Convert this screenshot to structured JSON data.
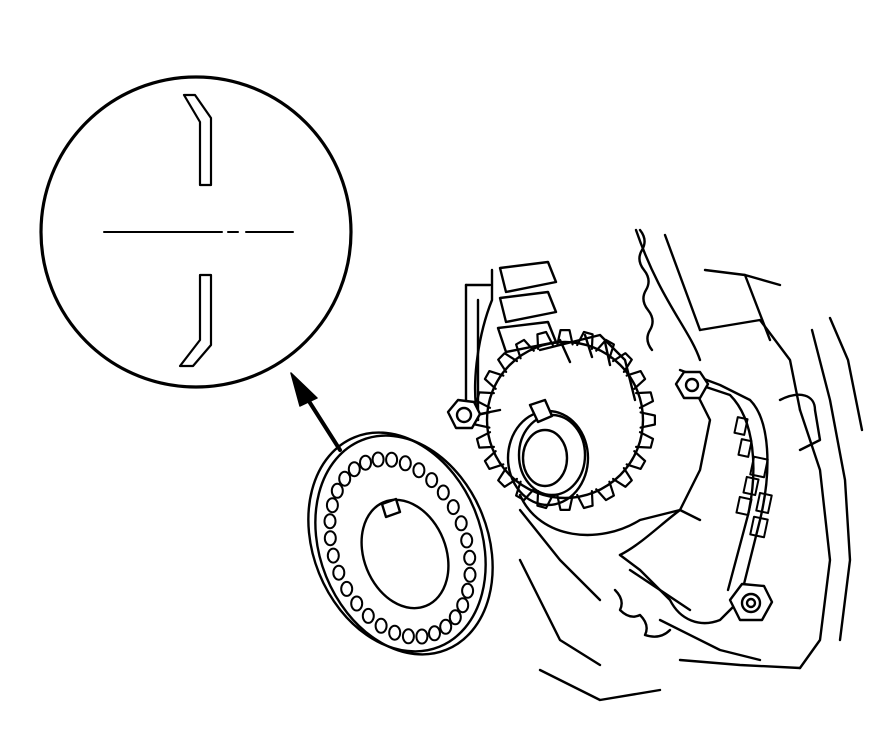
{
  "figure": {
    "kind": "technical line drawing",
    "ink_color": "#000000",
    "paper_color": "#ffffff",
    "labels": []
  },
  "parts": {
    "magnified_inset": "detail-circle",
    "pointer_arrow": "arrow",
    "loose_disc": "crank-pulse-plate",
    "sprocket": "crankshaft-timing-sprocket",
    "belt": "timing-belt",
    "guide": "belt-guide-bracket",
    "bolts": [
      "bolt",
      "bolt",
      "bolt"
    ]
  },
  "disc": {
    "hole_count": 32
  },
  "sprocket": {
    "tooth_count": 24
  }
}
